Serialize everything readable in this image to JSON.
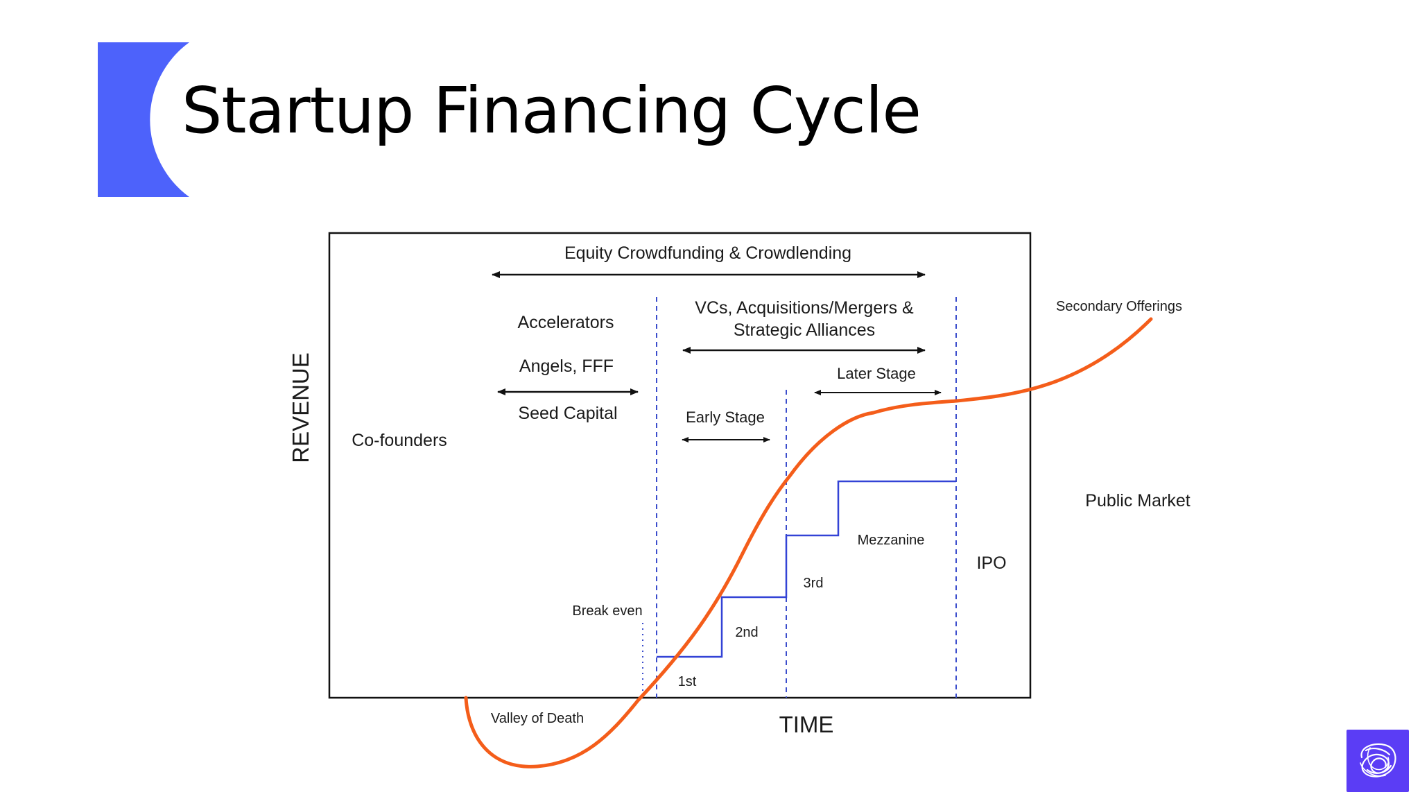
{
  "slide": {
    "title": "Startup Financing Cycle",
    "accent_color": "#4d62fb"
  },
  "diagram": {
    "curve_color": "#f45d1a",
    "step_color": "#3343d6",
    "divider_color": "#3b4dcc",
    "axes": {
      "y": "REVENUE",
      "x": "TIME"
    },
    "phases": {
      "cofounders": "Co-founders",
      "accelerators": "Accelerators",
      "angels": "Angels, FFF",
      "seed": "Seed Capital",
      "crowdfunding": "Equity Crowdfunding & Crowdlending",
      "vcs_line1": "VCs, Acquisitions/Mergers &",
      "vcs_line2": "Strategic Alliances",
      "early_stage": "Early Stage",
      "later_stage": "Later Stage",
      "ipo": "IPO",
      "public_market": "Public Market",
      "secondary": "Secondary Offerings"
    },
    "rounds": [
      "1st",
      "2nd",
      "3rd",
      "Mezzanine"
    ],
    "markers": {
      "break_even": "Break even",
      "valley": "Valley of Death"
    }
  },
  "logo": {
    "icon": "scribble-logo-icon",
    "color": "#5b3df5"
  }
}
